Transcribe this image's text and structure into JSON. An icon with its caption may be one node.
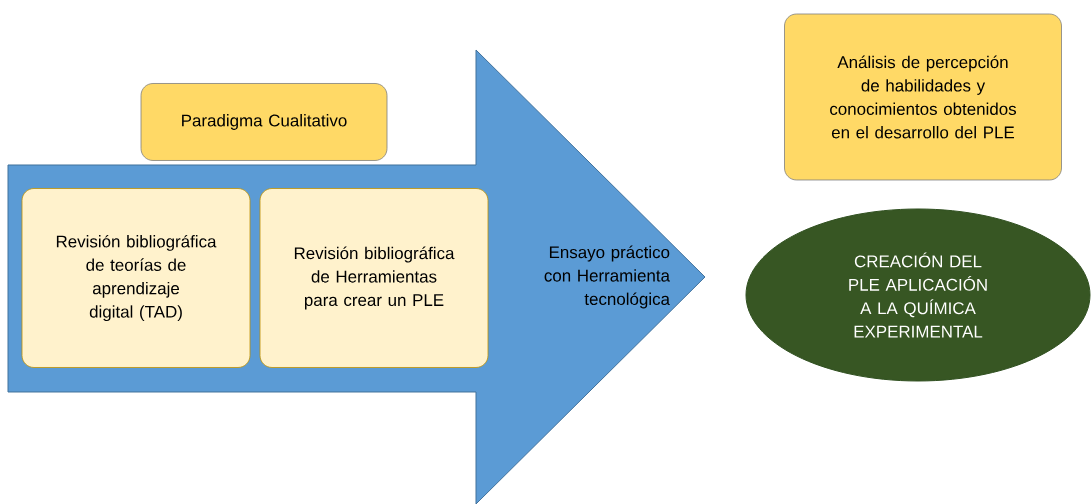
{
  "diagram": {
    "nodes": [
      {
        "text": [
          "Ensayo práctico con Herramienta tecnológica"
        ]
      },
      {
        "text": [
          "Paradigma Cualitativo"
        ]
      },
      {
        "text": [
          "Revisión bibliográfica de teorías de aprendizaje digital (TAD)"
        ],
        "in": 0
      },
      {
        "text": [
          "Revisión bibliográfica de Herramientas para crear un PLE"
        ],
        "in": 0
      },
      {
        "text": [
          "Análisis de percepción de habilidades y conocimientos obtenidos en el desarrollo del PLE"
        ]
      },
      {
        "text": [
          "CREACIÓN DEL PLE APLICACIÓN A LA QUÍMICA EXPERIMENTAL"
        ]
      }
    ],
    "edges": []
  }
}
